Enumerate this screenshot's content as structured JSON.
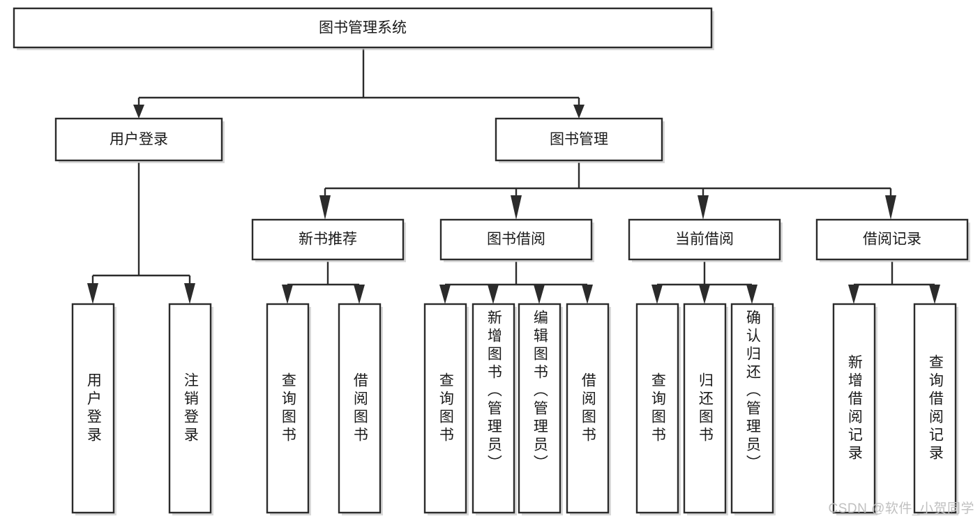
{
  "title": "图书管理系统",
  "watermark": "CSDN @软件_小贺同学",
  "colors": {
    "box_stroke": "#2b2b2b",
    "box_fill": "#ffffff",
    "connector": "#2b2b2b",
    "text": "#1a1a1a",
    "watermark": "#c0c0c0",
    "background": "#ffffff"
  },
  "chart_data": {
    "type": "diagram",
    "diagram_kind": "tree-hierarchy",
    "title": "图书管理系统",
    "orientation": "top-down",
    "levels": 4,
    "root": {
      "id": "root",
      "label": "图书管理系统",
      "level": 0,
      "children": [
        "user-login",
        "book-management"
      ]
    },
    "nodes": [
      {
        "id": "root",
        "label": "图书管理系统",
        "level": 0,
        "text_orientation": "horizontal",
        "parent": null
      },
      {
        "id": "user-login",
        "label": "用户登录",
        "level": 1,
        "text_orientation": "horizontal",
        "parent": "root"
      },
      {
        "id": "book-management",
        "label": "图书管理",
        "level": 1,
        "text_orientation": "horizontal",
        "parent": "root"
      },
      {
        "id": "new-book-recommend",
        "label": "新书推荐",
        "level": 2,
        "text_orientation": "horizontal",
        "parent": "book-management"
      },
      {
        "id": "book-borrow",
        "label": "图书借阅",
        "level": 2,
        "text_orientation": "horizontal",
        "parent": "book-management"
      },
      {
        "id": "current-borrow",
        "label": "当前借阅",
        "level": 2,
        "text_orientation": "horizontal",
        "parent": "book-management"
      },
      {
        "id": "borrow-record",
        "label": "借阅记录",
        "level": 2,
        "text_orientation": "horizontal",
        "parent": "book-management"
      },
      {
        "id": "leaf-user-login",
        "label": "用户登录",
        "level": 2,
        "text_orientation": "vertical",
        "parent": "user-login"
      },
      {
        "id": "leaf-logout",
        "label": "注销登录",
        "level": 2,
        "text_orientation": "vertical",
        "parent": "user-login"
      },
      {
        "id": "leaf-query-book-1",
        "label": "查询图书",
        "level": 3,
        "text_orientation": "vertical",
        "parent": "new-book-recommend"
      },
      {
        "id": "leaf-borrow-book-1",
        "label": "借阅图书",
        "level": 3,
        "text_orientation": "vertical",
        "parent": "new-book-recommend"
      },
      {
        "id": "leaf-query-book-2",
        "label": "查询图书",
        "level": 3,
        "text_orientation": "vertical",
        "parent": "book-borrow"
      },
      {
        "id": "leaf-add-book",
        "label": "新增图书（管理员）",
        "level": 3,
        "text_orientation": "vertical",
        "parent": "book-borrow"
      },
      {
        "id": "leaf-edit-book",
        "label": "编辑图书（管理员）",
        "level": 3,
        "text_orientation": "vertical",
        "parent": "book-borrow"
      },
      {
        "id": "leaf-borrow-book-2",
        "label": "借阅图书",
        "level": 3,
        "text_orientation": "vertical",
        "parent": "book-borrow"
      },
      {
        "id": "leaf-query-book-3",
        "label": "查询图书",
        "level": 3,
        "text_orientation": "vertical",
        "parent": "current-borrow"
      },
      {
        "id": "leaf-return-book",
        "label": "归还图书",
        "level": 3,
        "text_orientation": "vertical",
        "parent": "current-borrow"
      },
      {
        "id": "leaf-confirm-return",
        "label": "确认归还（管理员）",
        "level": 3,
        "text_orientation": "vertical",
        "parent": "current-borrow"
      },
      {
        "id": "leaf-add-record",
        "label": "新增借阅记录",
        "level": 3,
        "text_orientation": "vertical",
        "parent": "borrow-record"
      },
      {
        "id": "leaf-query-record",
        "label": "查询借阅记录",
        "level": 3,
        "text_orientation": "vertical",
        "parent": "borrow-record"
      }
    ],
    "edges": [
      {
        "from": "root",
        "to": "user-login",
        "arrow": true
      },
      {
        "from": "root",
        "to": "book-management",
        "arrow": true
      },
      {
        "from": "user-login",
        "to": "leaf-user-login",
        "arrow": true
      },
      {
        "from": "user-login",
        "to": "leaf-logout",
        "arrow": true
      },
      {
        "from": "book-management",
        "to": "new-book-recommend",
        "arrow": true
      },
      {
        "from": "book-management",
        "to": "book-borrow",
        "arrow": true
      },
      {
        "from": "book-management",
        "to": "current-borrow",
        "arrow": true
      },
      {
        "from": "book-management",
        "to": "borrow-record",
        "arrow": true
      },
      {
        "from": "new-book-recommend",
        "to": "leaf-query-book-1",
        "arrow": true
      },
      {
        "from": "new-book-recommend",
        "to": "leaf-borrow-book-1",
        "arrow": true
      },
      {
        "from": "book-borrow",
        "to": "leaf-query-book-2",
        "arrow": true
      },
      {
        "from": "book-borrow",
        "to": "leaf-add-book",
        "arrow": true
      },
      {
        "from": "book-borrow",
        "to": "leaf-edit-book",
        "arrow": true
      },
      {
        "from": "book-borrow",
        "to": "leaf-borrow-book-2",
        "arrow": true
      },
      {
        "from": "current-borrow",
        "to": "leaf-query-book-3",
        "arrow": true
      },
      {
        "from": "current-borrow",
        "to": "leaf-return-book",
        "arrow": true
      },
      {
        "from": "current-borrow",
        "to": "leaf-confirm-return",
        "arrow": true
      },
      {
        "from": "borrow-record",
        "to": "leaf-add-record",
        "arrow": true
      },
      {
        "from": "borrow-record",
        "to": "leaf-query-record",
        "arrow": true
      }
    ]
  },
  "labels": {
    "root": "图书管理系统",
    "user_login": "用户登录",
    "book_management": "图书管理",
    "new_book_recommend": "新书推荐",
    "book_borrow": "图书借阅",
    "current_borrow": "当前借阅",
    "borrow_record": "借阅记录",
    "leaf_user_login": "用户登录",
    "leaf_logout": "注销登录",
    "leaf_query_book_1": "查询图书",
    "leaf_borrow_book_1": "借阅图书",
    "leaf_query_book_2": "查询图书",
    "leaf_add_book": "新增图书（管理员）",
    "leaf_edit_book": "编辑图书（管理员）",
    "leaf_borrow_book_2": "借阅图书",
    "leaf_query_book_3": "查询图书",
    "leaf_return_book": "归还图书",
    "leaf_confirm_return": "确认归还（管理员）",
    "leaf_add_record": "新增借阅记录",
    "leaf_query_record": "查询借阅记录"
  }
}
